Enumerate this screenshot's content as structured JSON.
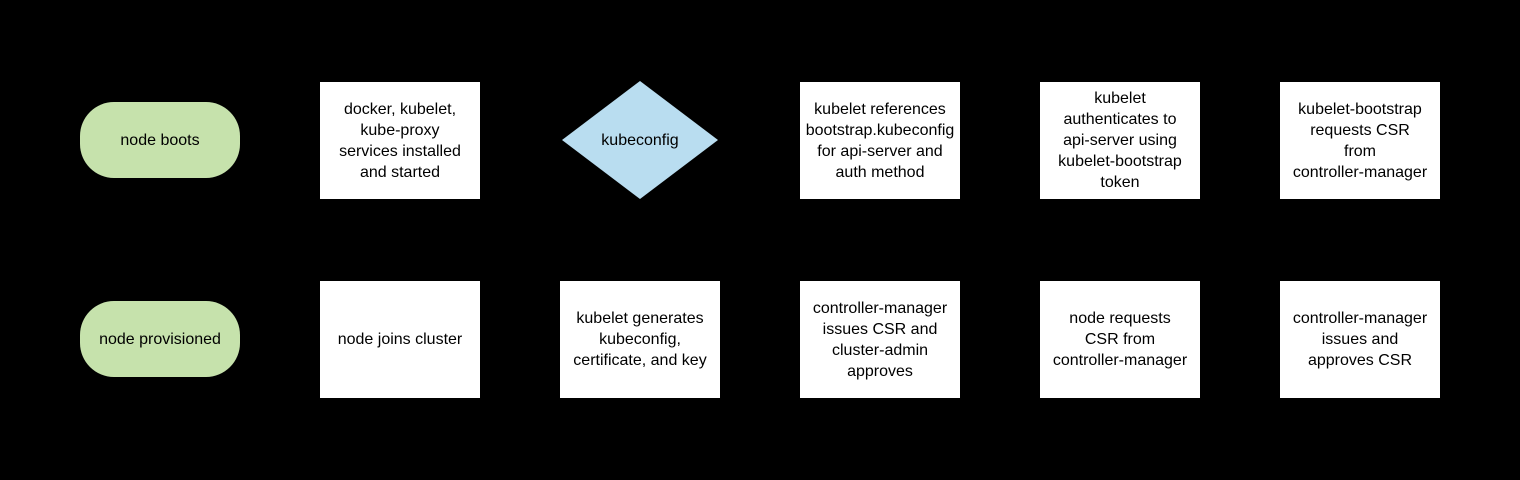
{
  "diagram": {
    "background": "#000000",
    "colors": {
      "terminator_fill": "#c6e2ac",
      "process_fill": "#ffffff",
      "decision_fill": "#b9ddf0",
      "text": "#000000"
    },
    "rows": [
      {
        "shapes": [
          {
            "type": "terminator",
            "label": "node boots"
          },
          {
            "type": "process",
            "label": "docker, kubelet,\nkube-proxy\nservices installed\nand started"
          },
          {
            "type": "decision",
            "label": "kubeconfig"
          },
          {
            "type": "process",
            "label": "kubelet references\nbootstrap.kubeconfig\nfor api-server and\nauth method"
          },
          {
            "type": "process",
            "label": "kubelet\nauthenticates to\napi-server using\nkubelet-bootstrap\ntoken"
          },
          {
            "type": "process",
            "label": "kubelet-bootstrap\nrequests CSR\nfrom\ncontroller-manager"
          }
        ]
      },
      {
        "shapes": [
          {
            "type": "terminator",
            "label": "node provisioned"
          },
          {
            "type": "process",
            "label": "node joins cluster"
          },
          {
            "type": "process",
            "label": "kubelet generates\nkubeconfig,\ncertificate, and key"
          },
          {
            "type": "process",
            "label": "controller-manager\nissues CSR and\ncluster-admin\napproves"
          },
          {
            "type": "process",
            "label": "node requests\nCSR from\ncontroller-manager"
          },
          {
            "type": "process",
            "label": "controller-manager\nissues and\napproves CSR"
          }
        ]
      }
    ]
  }
}
